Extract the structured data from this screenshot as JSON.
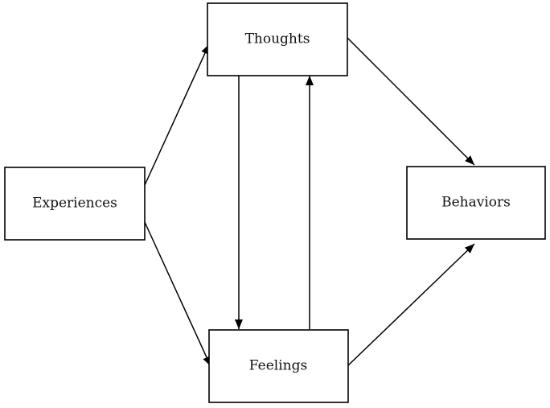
{
  "nodes": {
    "thoughts": {
      "label": "Thoughts"
    },
    "experiences": {
      "label": "Experiences"
    },
    "behaviors": {
      "label": "Behaviors"
    },
    "feelings": {
      "label": "Feelings"
    }
  },
  "edges": [
    {
      "from": "experiences",
      "to": "thoughts"
    },
    {
      "from": "experiences",
      "to": "feelings"
    },
    {
      "from": "thoughts",
      "to": "feelings"
    },
    {
      "from": "feelings",
      "to": "thoughts"
    },
    {
      "from": "thoughts",
      "to": "behaviors"
    },
    {
      "from": "feelings",
      "to": "behaviors"
    }
  ],
  "colors": {
    "stroke": "#000000",
    "background": "#ffffff"
  }
}
